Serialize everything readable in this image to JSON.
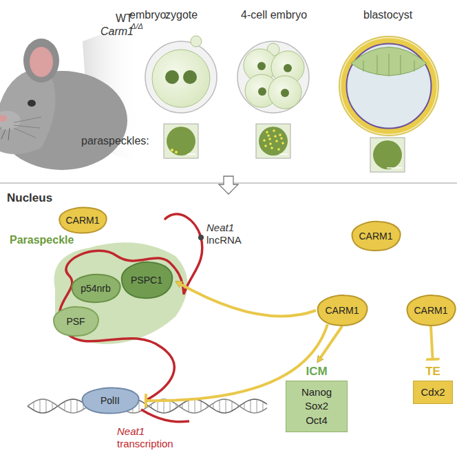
{
  "diagram": {
    "nodes": [
      {
        "text": [
          "CARM1"
        ]
      },
      {
        "text": [
          "p54nrb"
        ]
      },
      {
        "text": [
          "PSPC1"
        ]
      },
      {
        "text": [
          "PSF"
        ]
      },
      {
        "text": [
          "CARM1"
        ]
      },
      {
        "text": [
          "CARM1"
        ]
      },
      {
        "text": [
          "CARM1"
        ]
      },
      {
        "text": [
          "PolII"
        ]
      },
      {
        "text": [
          "ICM",
          "Nanog Sox2 Oct4"
        ]
      },
      {
        "text": [
          "TE",
          "Cdx2"
        ]
      }
    ],
    "edges": [
      {
        "from": 5,
        "to": 2,
        "arrow": "to"
      },
      {
        "from": 5,
        "to": 7,
        "arrow": "to"
      },
      {
        "from": 5,
        "to": 8,
        "arrow": "to"
      },
      {
        "from": 6,
        "to": 9,
        "arrow": "to"
      }
    ],
    "labels": [
      "WT",
      "Carm1",
      "Δ/Δ",
      "embryo:",
      "zygote",
      "4-cell embryo",
      "blastocyst",
      "paraspeckles:",
      "Nucleus",
      "Paraspeckle",
      "Neat1",
      "lncRNA",
      "Neat1",
      "transcription"
    ]
  }
}
